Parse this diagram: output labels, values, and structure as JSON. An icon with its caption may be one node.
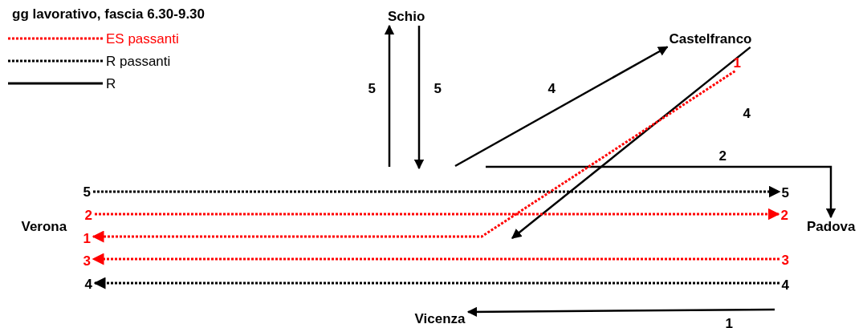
{
  "diagram": {
    "title": "gg lavorativo, fascia 6.30-9.30",
    "nodes": [
      {
        "text": [
          "Schio"
        ]
      },
      {
        "text": [
          "Castelfranco"
        ]
      },
      {
        "text": [
          "1"
        ]
      },
      {
        "text": [
          "5"
        ]
      },
      {
        "text": [
          "5"
        ]
      },
      {
        "text": [
          "2"
        ]
      },
      {
        "text": [
          "2"
        ]
      },
      {
        "text": [
          "Verona"
        ]
      },
      {
        "text": [
          "Padova"
        ]
      },
      {
        "text": [
          "1"
        ]
      },
      {
        "text": [
          "3"
        ]
      },
      {
        "text": [
          "3"
        ]
      },
      {
        "text": [
          "4"
        ]
      },
      {
        "text": [
          "4"
        ]
      },
      {
        "text": [
          "Vicenza"
        ]
      }
    ],
    "edges": [
      {
        "from": null,
        "to": 0,
        "arrow": "to",
        "label": "5"
      },
      {
        "from": 0,
        "to": null,
        "arrow": "to",
        "label": "5"
      },
      {
        "from": null,
        "to": 1,
        "arrow": "to",
        "label": "4"
      },
      {
        "from": 1,
        "to": null,
        "arrow": "to",
        "label": "4"
      },
      {
        "from": null,
        "to": 8,
        "arrow": "to",
        "label": "2"
      },
      {
        "from": 3,
        "to": 4,
        "arrow": "to",
        "style": "dashed"
      },
      {
        "from": 5,
        "to": 6,
        "arrow": "to",
        "style": "dashed",
        "color": "#ff0000"
      },
      {
        "from": 2,
        "to": 9,
        "arrow": "to",
        "style": "dashed",
        "color": "#ff0000"
      },
      {
        "from": 11,
        "to": 10,
        "arrow": "to",
        "style": "dashed",
        "color": "#ff0000"
      },
      {
        "from": 13,
        "to": 12,
        "arrow": "to",
        "style": "dashed"
      },
      {
        "from": null,
        "to": 14,
        "arrow": "to",
        "label": "1"
      }
    ],
    "legend": [
      {
        "text": "ES passanti"
      },
      {
        "text": "R passanti"
      },
      {
        "text": "R"
      }
    ]
  }
}
